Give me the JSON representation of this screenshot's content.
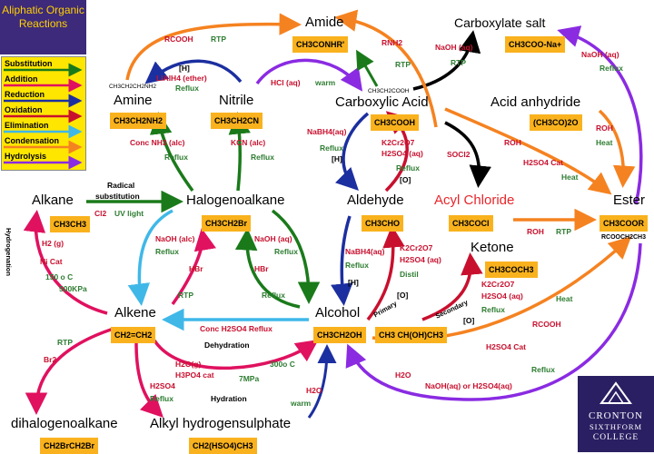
{
  "title": "Aliphatic Organic Reactions",
  "legend": [
    {
      "label": "Substitution",
      "color": "#1a7a1a"
    },
    {
      "label": "Addition",
      "color": "#e0115f"
    },
    {
      "label": "Reduction",
      "color": "#1c2fa0"
    },
    {
      "label": "Oxidation",
      "color": "#c8102e"
    },
    {
      "label": "Elimination",
      "color": "#3fb8e8"
    },
    {
      "label": "Condensation",
      "color": "#f58220"
    },
    {
      "label": "Hydrolysis",
      "color": "#8a2be2"
    }
  ],
  "compounds": {
    "amide": {
      "name": "Amide",
      "formula": "CH3CONHR'"
    },
    "carboxylate": {
      "name": "Carboxylate salt",
      "formula": "CH3COO-Na+"
    },
    "amine": {
      "name": "Amine",
      "formula": "CH3CH2NH2",
      "small": "CH3CH2CH2NH2"
    },
    "nitrile": {
      "name": "Nitrile",
      "formula": "CH3CH2CN"
    },
    "carboxylic": {
      "name": "Carboxylic Acid",
      "formula": "CH3COOH",
      "small": "CH3CH2COOH"
    },
    "anhydride": {
      "name": "Acid anhydride",
      "formula": "(CH3CO)2O"
    },
    "alkane": {
      "name": "Alkane",
      "formula": "CH3CH3"
    },
    "halogenoalkane": {
      "name": "Halogenoalkane",
      "formula": "CH3CH2Br"
    },
    "aldehyde": {
      "name": "Aldehyde",
      "formula": "CH3CHO"
    },
    "acyl": {
      "name": "Acyl Chloride",
      "formula": "CH3COCl"
    },
    "ester": {
      "name": "Ester",
      "formula": "CH3COOR",
      "small": "RCOOCH2CH3"
    },
    "ketone": {
      "name": "Ketone",
      "formula": "CH3COCH3"
    },
    "alkene": {
      "name": "Alkene",
      "formula": "CH2=CH2"
    },
    "alcohol": {
      "name": "Alcohol",
      "formula": "CH3CH2OH",
      "formula2": "CH3 CH(OH)CH3"
    },
    "dihalo": {
      "name": "dihalogenoalkane",
      "formula": "CH2BrCH2Br"
    },
    "alkylhs": {
      "name": "Alkyl hydrogensulphate",
      "formula": "CH2(HSO4)CH3"
    }
  },
  "conditions": {
    "c1": "RCOOH",
    "c2": "RTP",
    "c3": "[H]",
    "c4": "LiAlH4 (ether)",
    "c5": "Reflux",
    "c6": "HCl (aq)",
    "c7": "warm",
    "c8": "RNH2",
    "c9": "RTP",
    "c10": "NaOH (aq)",
    "c11": "RTP",
    "c12": "NaOH (aq)",
    "c13": "Reflux",
    "c14": "Conc NH3 (alc)",
    "c15": "Reflux",
    "c16": "KCN (alc)",
    "c17": "Reflux",
    "c18": "NaBH4(aq)",
    "c19": "Reflux",
    "c20": "[H]",
    "c21": "K2Cr2O7",
    "c22": "H2SO4 (aq)",
    "c23": "Reflux",
    "c24": "[O]",
    "c25": "SOCl2",
    "c26": "ROH",
    "c27": "ROH",
    "c28": "Heat",
    "c29": "H2SO4 Cat",
    "c30": "Heat",
    "c31": "Radical",
    "c32": "substitution",
    "c33": "Cl2",
    "c34": "UV light",
    "c35": "NaOH (alc)",
    "c36": "Reflux",
    "c37": "NaOH (aq)",
    "c38": "Reflux",
    "c39": "HBr",
    "c40": "HBr",
    "c41": "RTP",
    "c42": "Reflux",
    "c43": "NaBH4(aq)",
    "c44": "Reflux",
    "c45": "[H]",
    "c46": "K2Cr2O7",
    "c47": "H2SO4 (aq)",
    "c48": "Distil",
    "c49": "[O]",
    "c50": "ROH",
    "c51": "RTP",
    "c52": "Primary",
    "c53": "Secondary",
    "c54": "[O]",
    "c55": "K2Cr2O7",
    "c56": "H2SO4 (aq)",
    "c57": "Reflux",
    "c58": "Heat",
    "c59": "RCOOH",
    "c60": "H2SO4 Cat",
    "c61": "Reflux",
    "c62": "H2O",
    "c63": "NaOH(aq) or H2SO4(aq)",
    "c64": "H2 (g)",
    "c65": "Ni Cat",
    "c66": "150 o C",
    "c67": "500KPa",
    "c68": "Hydrogenation",
    "c69": "Conc H2SO4 Reflux",
    "c70": "Dehydration",
    "c71": "RTP",
    "c72": "Br2",
    "c73": "H2O(g)",
    "c74": "H3PO4 cat",
    "c75": "300o C",
    "c76": "7MPa",
    "c77": "H2SO4",
    "c78": "Reflux",
    "c79": "Hydration",
    "c80": "H2O",
    "c81": "warm"
  },
  "logo": {
    "line1": "CRONTON",
    "line2": "SIXTHFORM",
    "line3": "COLLEGE"
  }
}
